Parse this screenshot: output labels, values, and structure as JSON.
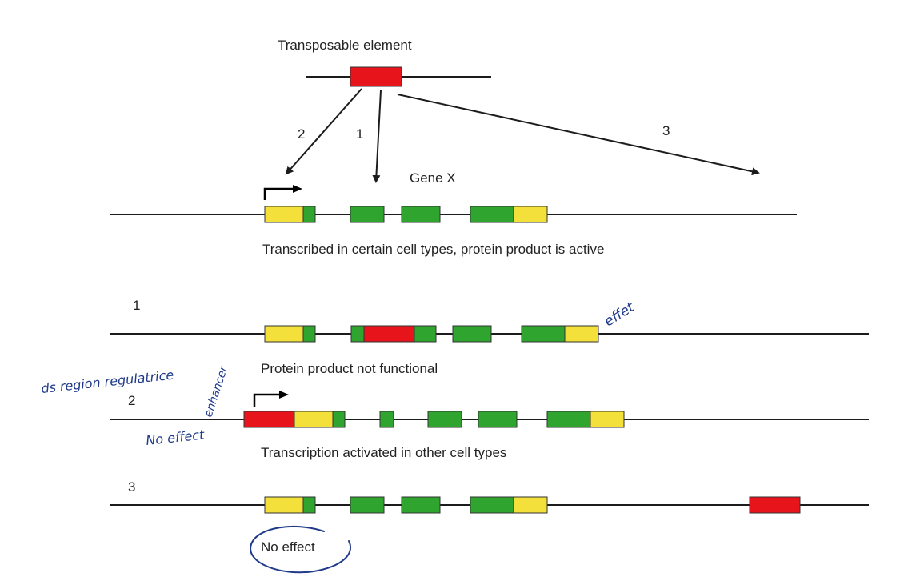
{
  "title": "Transposable element",
  "gene_label": "Gene X",
  "arrow_labels": {
    "to_promoter": "2",
    "to_exon": "1",
    "to_distant": "3"
  },
  "reference_caption": "Transcribed in certain cell types, protein product is active",
  "scenarios": [
    {
      "number": "1",
      "caption": "Protein product not functional"
    },
    {
      "number": "2",
      "caption": "Transcription activated in other cell types"
    },
    {
      "number": "3",
      "caption": "No effect"
    }
  ],
  "annotations": {
    "effect": "effet",
    "cis_region": "ds region regulatrice",
    "enhancer": "enhancer",
    "no_effect": "No effect"
  },
  "colors": {
    "transposon": "#e8141c",
    "exon": "#2fa42f",
    "utr": "#f3e03a",
    "line": "#1c1c1c",
    "ink": "#1f3a8a"
  }
}
